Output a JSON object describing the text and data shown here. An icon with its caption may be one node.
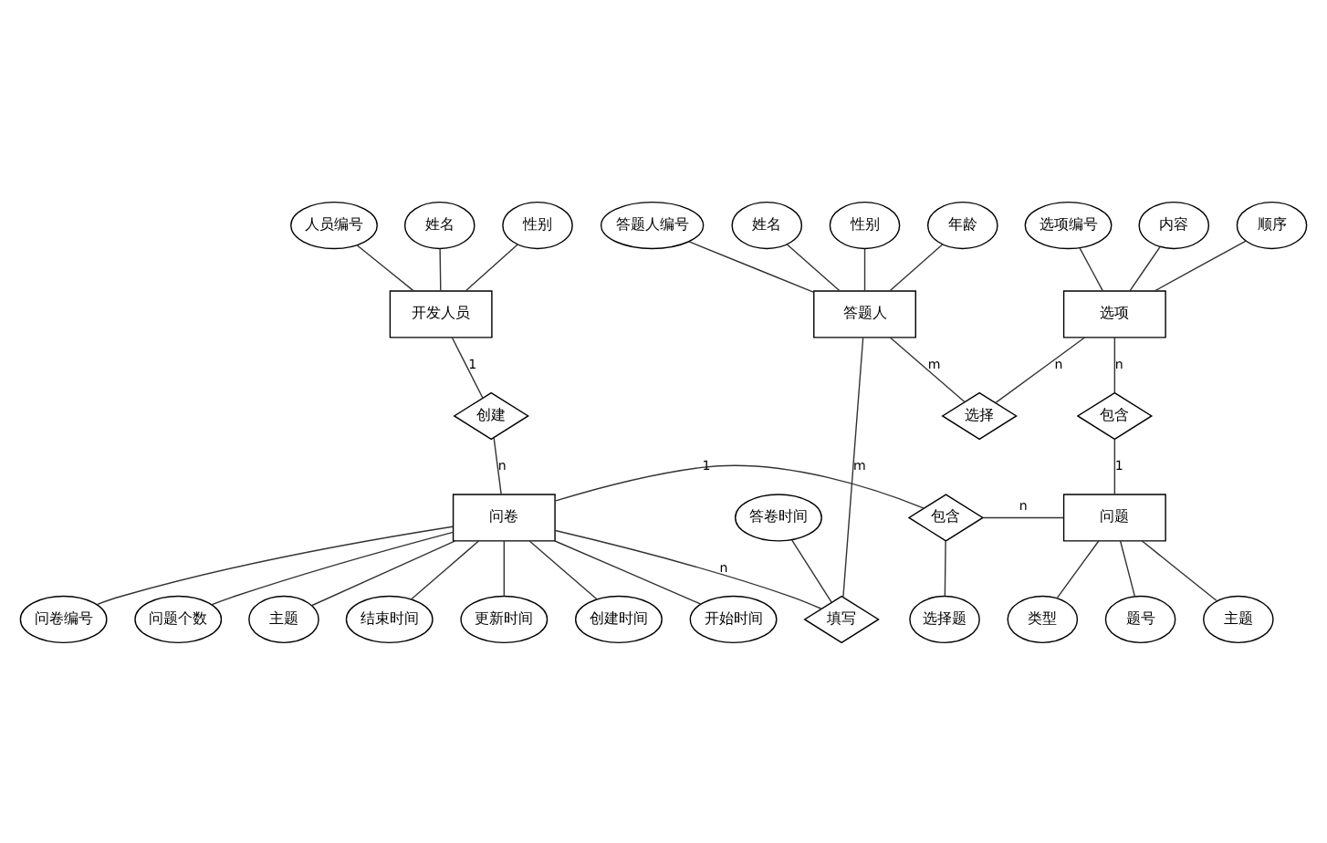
{
  "diagram": {
    "nodes": [
      {
        "text": [
          "开发人员"
        ]
      },
      {
        "text": [
          "人员编号"
        ]
      },
      {
        "text": [
          "姓名"
        ]
      },
      {
        "text": [
          "性别"
        ]
      },
      {
        "text": [
          "创建"
        ]
      },
      {
        "text": [
          "问卷"
        ]
      },
      {
        "text": [
          "填写"
        ]
      },
      {
        "text": [
          "答卷时间"
        ]
      },
      {
        "text": [
          "答题人"
        ]
      },
      {
        "text": [
          "答题人编号"
        ]
      },
      {
        "text": [
          "姓名"
        ]
      },
      {
        "text": [
          "性别"
        ]
      },
      {
        "text": [
          "年龄"
        ]
      },
      {
        "text": [
          "选择"
        ]
      },
      {
        "text": [
          "选项"
        ]
      },
      {
        "text": [
          "选项编号"
        ]
      },
      {
        "text": [
          "内容"
        ]
      },
      {
        "text": [
          "顺序"
        ]
      },
      {
        "text": [
          "包含"
        ]
      },
      {
        "text": [
          "问题"
        ]
      },
      {
        "text": [
          "包含"
        ]
      },
      {
        "text": [
          "选择题"
        ]
      },
      {
        "text": [
          "题号"
        ]
      },
      {
        "text": [
          "主题"
        ]
      },
      {
        "text": [
          "类型"
        ]
      },
      {
        "text": [
          "问卷编号"
        ]
      },
      {
        "text": [
          "问题个数"
        ]
      },
      {
        "text": [
          "主题"
        ]
      },
      {
        "text": [
          "结束时间"
        ]
      },
      {
        "text": [
          "更新时间"
        ]
      },
      {
        "text": [
          "创建时间"
        ]
      },
      {
        "text": [
          "开始时间"
        ]
      }
    ],
    "edges": [
      {
        "from": 1,
        "to": 0,
        "arrow": "none"
      },
      {
        "from": 2,
        "to": 0,
        "arrow": "none"
      },
      {
        "from": 3,
        "to": 0,
        "arrow": "none"
      },
      {
        "from": 0,
        "to": 4,
        "arrow": "none",
        "label": "1"
      },
      {
        "from": 4,
        "to": 5,
        "arrow": "none",
        "label": "n"
      },
      {
        "from": 7,
        "to": 6,
        "arrow": "none"
      },
      {
        "from": 5,
        "to": 6,
        "arrow": "none",
        "label": "n"
      },
      {
        "from": 6,
        "to": 8,
        "arrow": "none",
        "label": "m"
      },
      {
        "from": 9,
        "to": 8,
        "arrow": "none"
      },
      {
        "from": 10,
        "to": 8,
        "arrow": "none"
      },
      {
        "from": 11,
        "to": 8,
        "arrow": "none"
      },
      {
        "from": 12,
        "to": 8,
        "arrow": "none"
      },
      {
        "from": 8,
        "to": 13,
        "arrow": "none",
        "label": "m"
      },
      {
        "from": 13,
        "to": 14,
        "arrow": "none",
        "label": "n"
      },
      {
        "from": 15,
        "to": 14,
        "arrow": "none"
      },
      {
        "from": 16,
        "to": 14,
        "arrow": "none"
      },
      {
        "from": 17,
        "to": 14,
        "arrow": "none"
      },
      {
        "from": 14,
        "to": 18,
        "arrow": "none",
        "label": "n"
      },
      {
        "from": 18,
        "to": 19,
        "arrow": "none",
        "label": "1"
      },
      {
        "from": 5,
        "to": 20,
        "arrow": "none",
        "label": "1"
      },
      {
        "from": 20,
        "to": 19,
        "arrow": "none",
        "label": "n"
      },
      {
        "from": 20,
        "to": 21,
        "arrow": "none"
      },
      {
        "from": 19,
        "to": 22,
        "arrow": "none"
      },
      {
        "from": 19,
        "to": 23,
        "arrow": "none"
      },
      {
        "from": 19,
        "to": 24,
        "arrow": "none"
      },
      {
        "from": 5,
        "to": 25,
        "arrow": "none"
      },
      {
        "from": 5,
        "to": 26,
        "arrow": "none"
      },
      {
        "from": 5,
        "to": 27,
        "arrow": "none"
      },
      {
        "from": 5,
        "to": 28,
        "arrow": "none"
      },
      {
        "from": 5,
        "to": 29,
        "arrow": "none"
      },
      {
        "from": 5,
        "to": 30,
        "arrow": "none"
      },
      {
        "from": 5,
        "to": 31,
        "arrow": "none"
      }
    ]
  }
}
